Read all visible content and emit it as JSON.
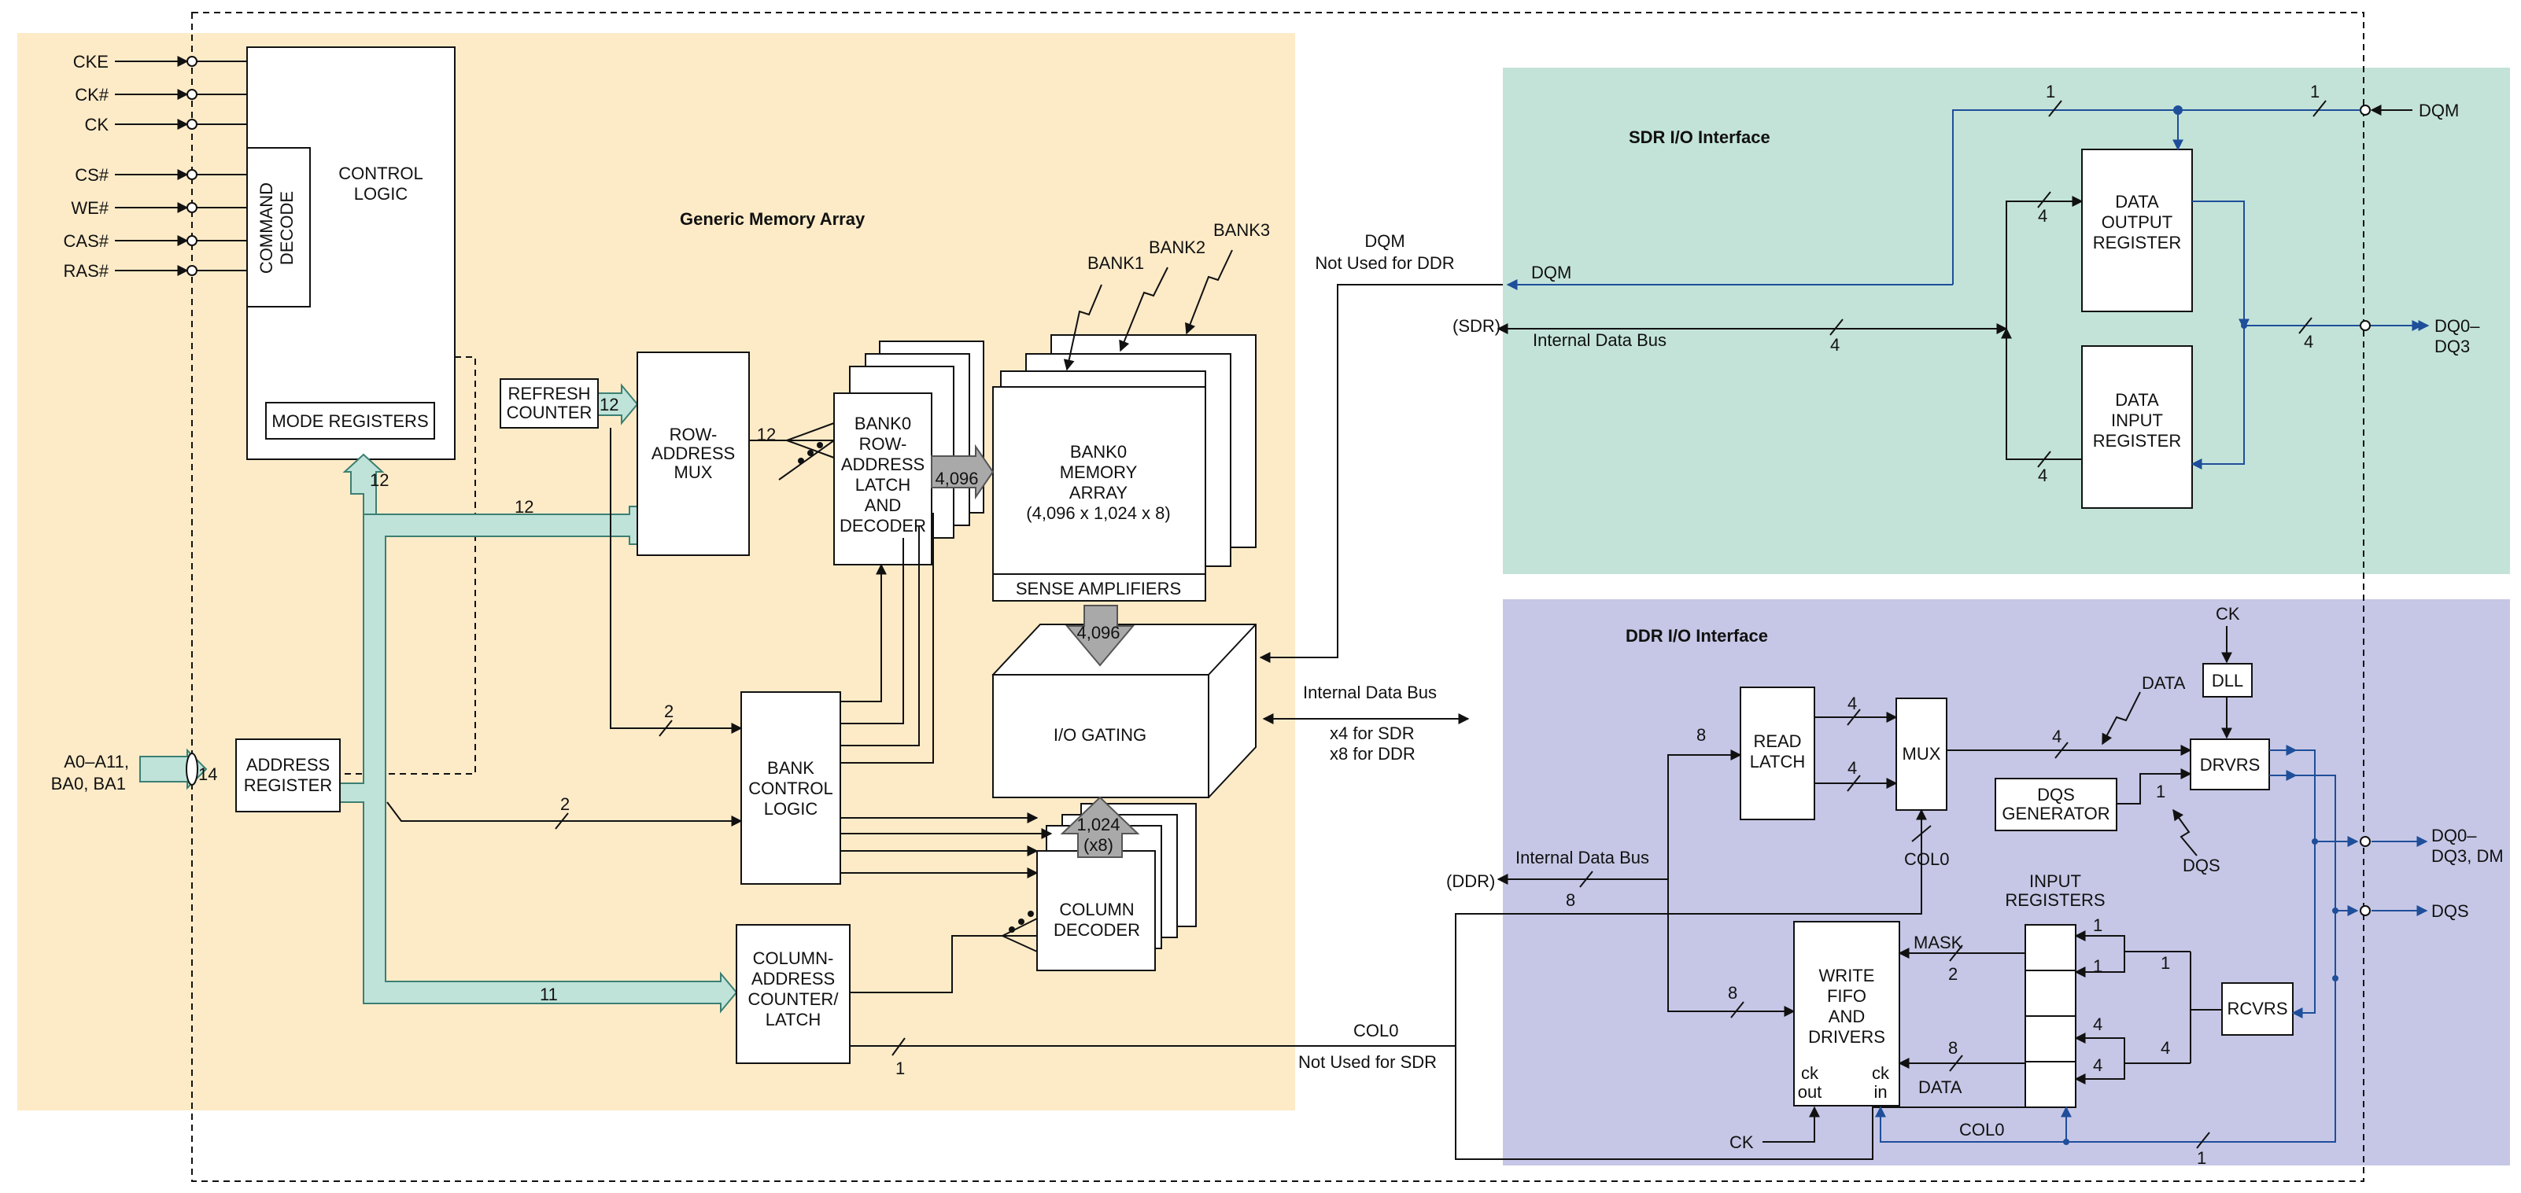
{
  "colors": {
    "memory_area": "#fdebc8",
    "sdr_area": "#c3e3d9",
    "ddr_area": "#c6c7e6",
    "bus_fill": "#bfe3d9",
    "gray_bus": "#a9a9a9",
    "blue": "#1f4e9a"
  },
  "regions": {
    "memory": "Generic Memory Array",
    "sdr": "SDR I/O Interface",
    "ddr": "DDR I/O Interface"
  },
  "pins": {
    "cke": "CKE",
    "ckn": "CK#",
    "ck": "CK",
    "csn": "CS#",
    "wen": "WE#",
    "casn": "CAS#",
    "rasn": "RAS#",
    "addr1": "A0–A11,",
    "addr2": "BA0, BA1",
    "dqm": "DQM",
    "dq_sdr1": "DQ0–",
    "dq_sdr2": "DQ3",
    "dq_ddr1": "DQ0–",
    "dq_ddr2": "DQ3, DM",
    "dqs": "DQS"
  },
  "blocks": {
    "control1": "CONTROL",
    "control2": "LOGIC",
    "cmd_decode1": "COMMAND",
    "cmd_decode2": "DECODE",
    "mode_regs": "MODE REGISTERS",
    "refresh1": "REFRESH",
    "refresh2": "COUNTER",
    "rowmux1": "ROW-",
    "rowmux2": "ADDRESS",
    "rowmux3": "MUX",
    "latch1": "BANK0",
    "latch2": "ROW-",
    "latch3": "ADDRESS",
    "latch4": "LATCH",
    "latch5": "AND",
    "latch6": "DECODER",
    "array1": "BANK0",
    "array2": "MEMORY",
    "array3": "ARRAY",
    "array4": "(4,096 x 1,024 x 8)",
    "sense": "SENSE AMPLIFIERS",
    "bank1": "BANK1",
    "bank2": "BANK2",
    "bank3": "BANK3",
    "iogating": "I/O GATING",
    "addrreg1": "ADDRESS",
    "addrreg2": "REGISTER",
    "bankctl1": "BANK",
    "bankctl2": "CONTROL",
    "bankctl3": "LOGIC",
    "colctr1": "COLUMN-",
    "colctr2": "ADDRESS",
    "colctr3": "COUNTER/",
    "colctr4": "LATCH",
    "coldec1": "COLUMN",
    "coldec2": "DECODER",
    "dor1": "DATA",
    "dor2": "OUTPUT",
    "dor3": "REGISTER",
    "dir1": "DATA",
    "dir2": "INPUT",
    "dir3": "REGISTER",
    "readlatch1": "READ",
    "readlatch2": "LATCH",
    "mux": "MUX",
    "dll": "DLL",
    "drvrs": "DRVRS",
    "dqsgen1": "DQS",
    "dqsgen2": "GENERATOR",
    "rcvrs": "RCVRS",
    "wfifo1": "WRITE",
    "wfifo2": "FIFO",
    "wfifo3": "AND",
    "wfifo4": "DRIVERS",
    "ckout1": "ck",
    "ckout2": "out",
    "ckin1": "ck",
    "ckin2": "in",
    "inregs1": "INPUT",
    "inregs2": "REGISTERS"
  },
  "labels": {
    "dqm_note1": "DQM",
    "dqm_note2": "Not Used for DDR",
    "sdr_tag": "(SDR)",
    "ddr_tag": "(DDR)",
    "int_bus": "Internal Data Bus",
    "int_bus_sdr": "Internal Data Bus",
    "int_bus_ddr": "Internal Data Bus",
    "x4sdr": "x4 for SDR",
    "x8ddr": "x8 for DDR",
    "col0": "COL0",
    "not_sdr": "Not Used for SDR",
    "col0_ddr": "COL0",
    "col0_bot": "COL0",
    "ck_bot": "CK",
    "ck_top": "CK",
    "data": "DATA",
    "dqs_lbl": "DQS",
    "mask": "MASK",
    "data_in": "DATA",
    "dqm_sdr": "DQM",
    "w12a": "12",
    "w12b": "12",
    "w12c": "12",
    "w12d": "12",
    "w14": "14",
    "w4096a": "4,096",
    "w4096b": "4,096",
    "w1024": "1,024",
    "wx8": "(x8)",
    "w11": "11",
    "w2a": "2",
    "w2b": "2",
    "w1a": "1",
    "s1a": "1",
    "s1b": "1",
    "s4a": "4",
    "s4b": "4",
    "s4c": "4",
    "s4d": "4",
    "d8a": "8",
    "d4a": "4",
    "d4b": "4",
    "d4c": "4",
    "d1a": "1",
    "d8b": "8",
    "d8c": "8",
    "d1b": "1",
    "d1c": "1",
    "d2": "2",
    "d8d": "8",
    "d4e": "4",
    "d4f": "4",
    "d4g": "4",
    "d4h": "4",
    "d1d": "1",
    "d1e": "1",
    "d1f": "1"
  }
}
